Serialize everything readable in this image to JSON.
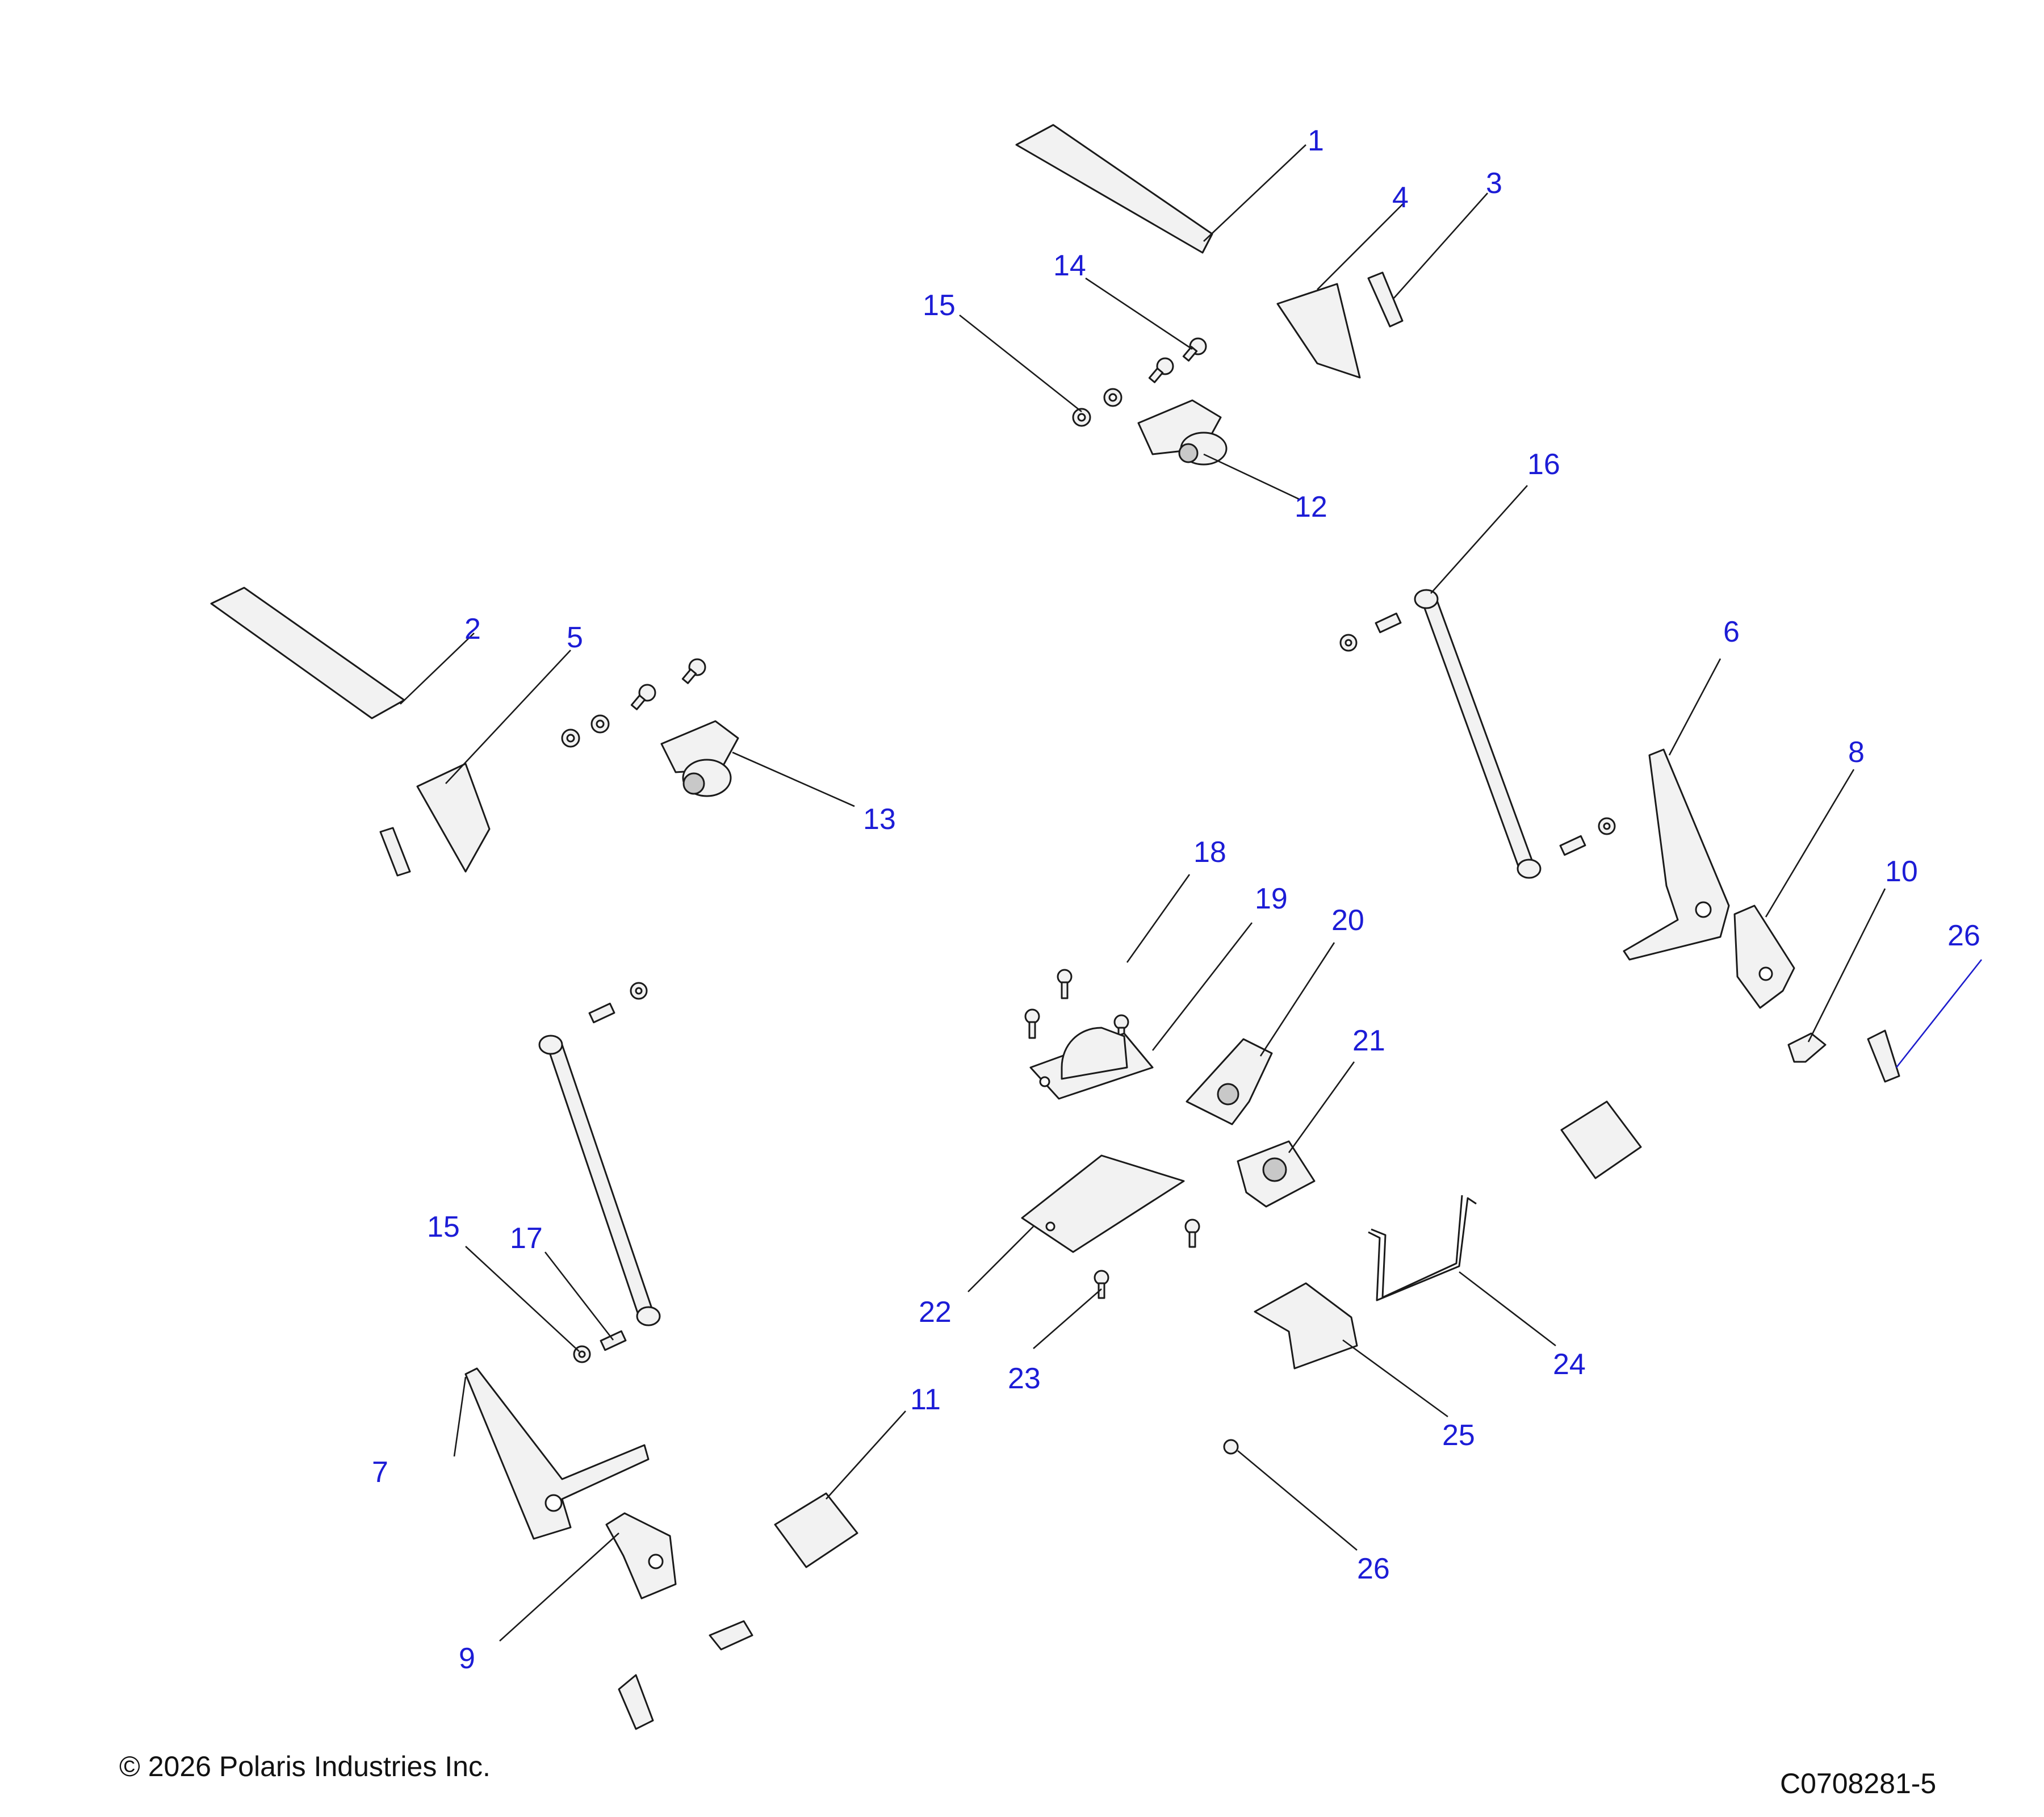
{
  "callouts": {
    "c1": "1",
    "c2": "2",
    "c3": "3",
    "c4": "4",
    "c5": "5",
    "c6": "6",
    "c7": "7",
    "c8": "8",
    "c9": "9",
    "c10": "10",
    "c11": "11",
    "c12": "12",
    "c13": "13",
    "c14": "14",
    "c15a": "15",
    "c15b": "15",
    "c16": "16",
    "c17": "17",
    "c18": "18",
    "c19": "19",
    "c20": "20",
    "c21": "21",
    "c22": "22",
    "c23": "23",
    "c24": "24",
    "c25": "25",
    "c26a": "26",
    "c26b": "26"
  },
  "footer": {
    "copyright": "© 2026 Polaris Industries Inc.",
    "drawing_id": "C0708281-5"
  }
}
